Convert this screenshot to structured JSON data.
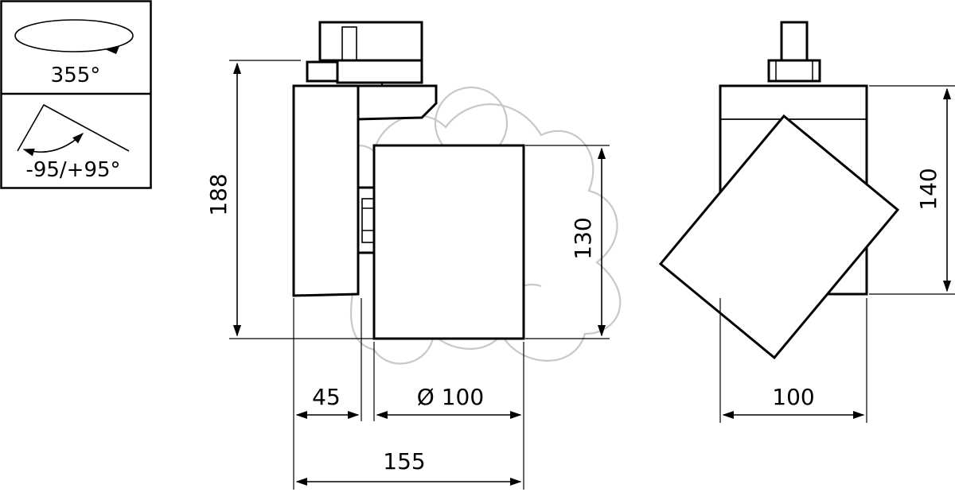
{
  "legend": {
    "rotation_label": "355°",
    "tilt_label": "-95/+95°"
  },
  "dimensions": {
    "height_total": "188",
    "adapter_width": "45",
    "diameter": "Ø 100",
    "head_height": "130",
    "overall_width": "155",
    "front_height": "140",
    "front_width": "100"
  },
  "colors": {
    "line": "#000000",
    "watermark": "#c8c8c8",
    "background": "#ffffff"
  }
}
